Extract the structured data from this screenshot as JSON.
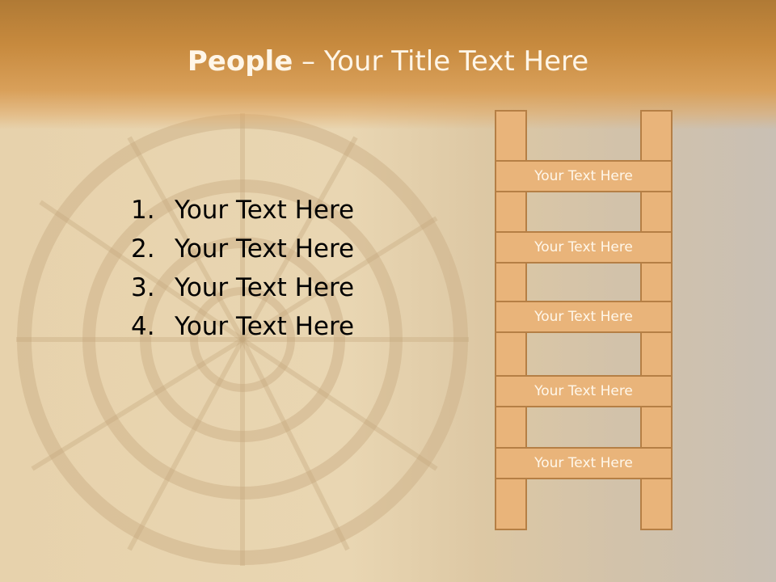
{
  "slide": {
    "title_bold": "People",
    "title_rest": " – Your Title Text Here",
    "list": [
      {
        "num": "1.",
        "text": "Your Text Here"
      },
      {
        "num": "2.",
        "text": "Your Text Here"
      },
      {
        "num": "3.",
        "text": "Your Text Here"
      },
      {
        "num": "4.",
        "text": "Your Text Here"
      }
    ],
    "ladder_steps": [
      "Your Text Here",
      "Your Text Here",
      "Your Text Here",
      "Your Text Here",
      "Your Text Here"
    ]
  },
  "colors": {
    "header": "#c78a3e",
    "ladder_fill": "#e9b47a",
    "ladder_border": "#b57f45"
  }
}
